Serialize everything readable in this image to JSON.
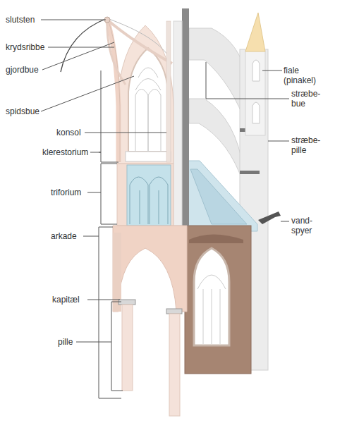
{
  "diagram": {
    "labels": [
      "slutsten",
      "krydsribbe",
      "gjordbue",
      "fiale (pinakel)",
      "stræbe- bue",
      "spidsbue",
      "konsol",
      "stræbe- pille",
      "klerestorium",
      "triforium",
      "vand- spyer",
      "arkade",
      "kapitæl",
      "pille"
    ]
  }
}
